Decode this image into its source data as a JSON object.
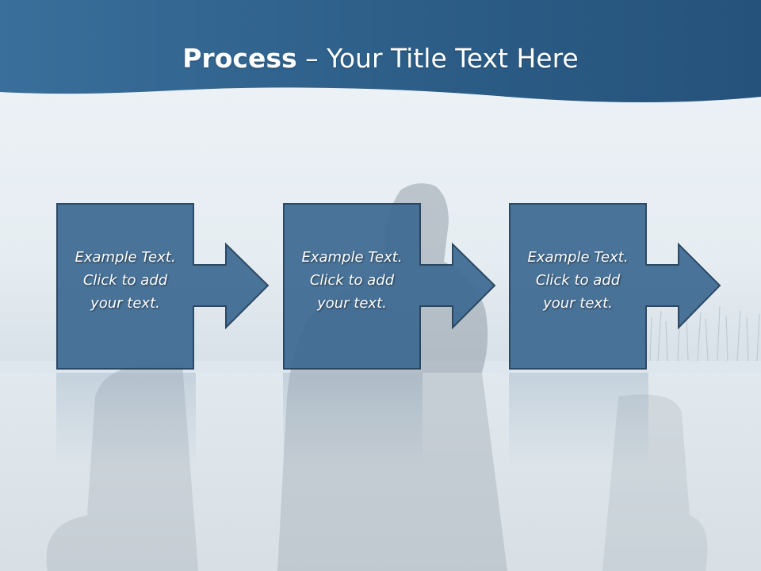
{
  "slide": {
    "title_bold": "Process",
    "title_rest": " – Your Title Text Here"
  },
  "steps": [
    {
      "text": "Example Text.\nClick  to add\nyour text."
    },
    {
      "text": "Example Text.\nClick  to add\nyour text."
    },
    {
      "text": "Example Text.\nClick  to add\nyour text."
    }
  ],
  "colors": {
    "banner": "#2c5d86",
    "block_fill": "#3e6a92",
    "block_stroke": "#1f3e5a",
    "title_text": "#ffffff"
  }
}
